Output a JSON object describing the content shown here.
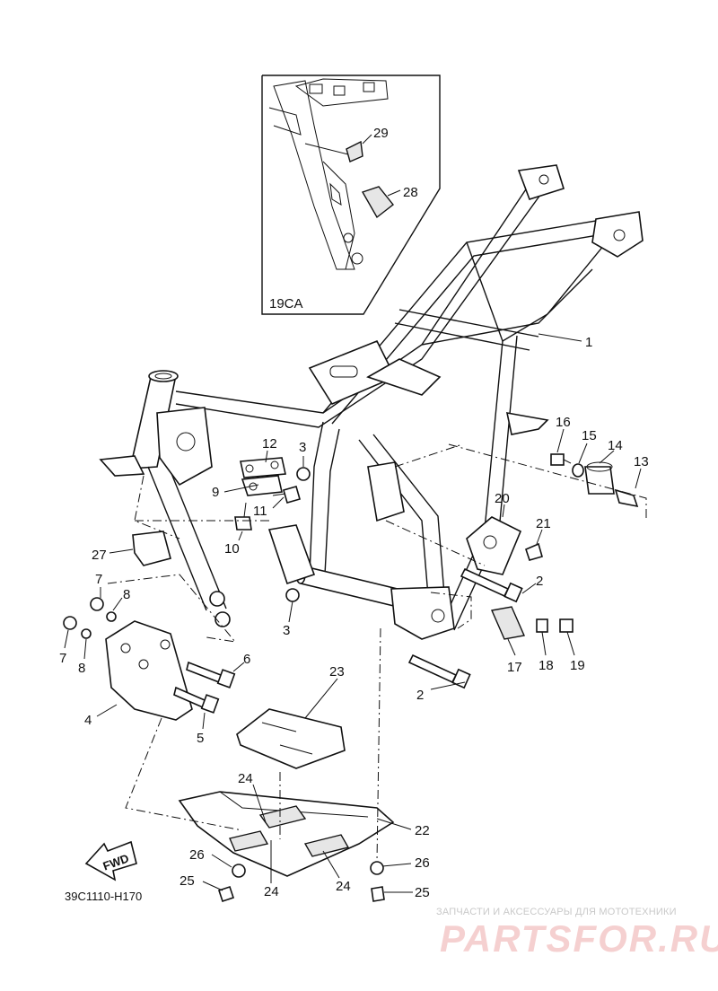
{
  "diagram": {
    "inset_label": "19CA",
    "drawing_code": "39C1110-H170",
    "fwd_label": "FWD",
    "callouts": {
      "c1": "1",
      "c2a": "2",
      "c2b": "2",
      "c3a": "3",
      "c3b": "3",
      "c4": "4",
      "c5": "5",
      "c6": "6",
      "c7a": "7",
      "c7b": "7",
      "c8a": "8",
      "c8b": "8",
      "c9": "9",
      "c10": "10",
      "c11": "11",
      "c12": "12",
      "c13": "13",
      "c14": "14",
      "c15": "15",
      "c16": "16",
      "c17": "17",
      "c18": "18",
      "c19": "19",
      "c20": "20",
      "c21": "21",
      "c22": "22",
      "c23": "23",
      "c24a": "24",
      "c24b": "24",
      "c24c": "24",
      "c25a": "25",
      "c25b": "25",
      "c26a": "26",
      "c26b": "26",
      "c27": "27",
      "c28": "28",
      "c29": "29"
    }
  },
  "watermark": {
    "subtitle": "ЗАПЧАСТИ И АКСЕССУАРЫ ДЛЯ МОТОТЕХНИКИ",
    "brand": "PARTSFOR.RU"
  }
}
